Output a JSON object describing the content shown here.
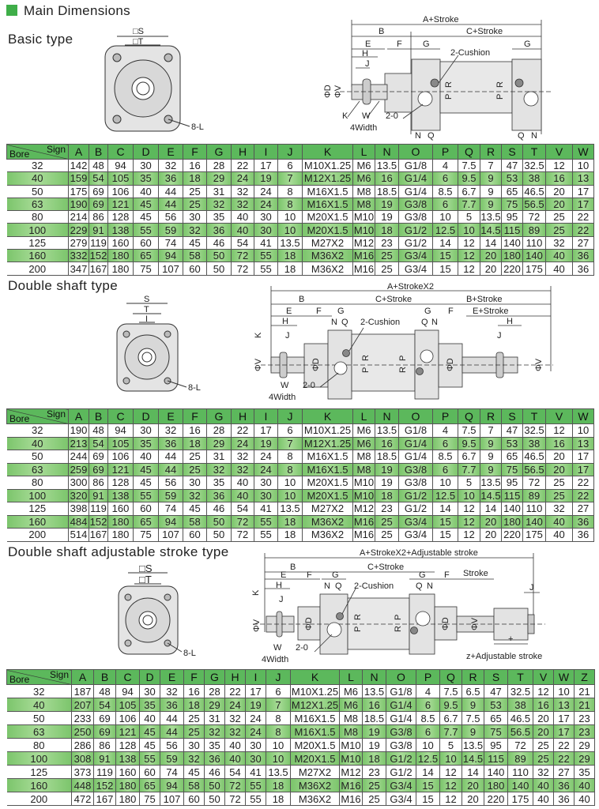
{
  "page_title": "Main Dimensions",
  "colors": {
    "accent": "#3fae49",
    "header_green": "#5cb85c",
    "row_green": "#8fcc7a"
  },
  "sections": [
    {
      "title": "Basic type",
      "front_labels": {
        "S": "□S",
        "T": "□T",
        "L": "8-L"
      },
      "drawing": {
        "a": "A+Stroke",
        "b": "B",
        "c": "C+Stroke",
        "e": "E",
        "f": "F",
        "g": "G",
        "h": "H",
        "j": "J",
        "cushion": "2-Cushion",
        "phi_d": "ΦD",
        "phi_v": "ΦV",
        "p": "P",
        "r": "R",
        "k": "K",
        "w": "W",
        "width4": "4Width",
        "o": "2-0",
        "n": "N",
        "q": "Q"
      },
      "table": {
        "corner_sign": "Sign",
        "corner_bore": "Bore",
        "headers": [
          "A",
          "B",
          "C",
          "D",
          "E",
          "F",
          "G",
          "H",
          "I",
          "J",
          "K",
          "L",
          "N",
          "O",
          "P",
          "Q",
          "R",
          "S",
          "T",
          "V",
          "W"
        ],
        "rows": [
          [
            "32",
            "142",
            "48",
            "94",
            "30",
            "32",
            "16",
            "28",
            "22",
            "17",
            "6",
            "M10X1.25",
            "M6",
            "13.5",
            "G1/8",
            "4",
            "7.5",
            "7",
            "47",
            "32.5",
            "12",
            "10"
          ],
          [
            "40",
            "159",
            "54",
            "105",
            "35",
            "36",
            "18",
            "29",
            "24",
            "19",
            "7",
            "M12X1.25",
            "M6",
            "16",
            "G1/4",
            "6",
            "9.5",
            "9",
            "53",
            "38",
            "16",
            "13"
          ],
          [
            "50",
            "175",
            "69",
            "106",
            "40",
            "44",
            "25",
            "31",
            "32",
            "24",
            "8",
            "M16X1.5",
            "M8",
            "18.5",
            "G1/4",
            "8.5",
            "6.7",
            "9",
            "65",
            "46.5",
            "20",
            "17"
          ],
          [
            "63",
            "190",
            "69",
            "121",
            "45",
            "44",
            "25",
            "32",
            "32",
            "24",
            "8",
            "M16X1.5",
            "M8",
            "19",
            "G3/8",
            "6",
            "7.7",
            "9",
            "75",
            "56.5",
            "20",
            "17"
          ],
          [
            "80",
            "214",
            "86",
            "128",
            "45",
            "56",
            "30",
            "35",
            "40",
            "30",
            "10",
            "M20X1.5",
            "M10",
            "19",
            "G3/8",
            "10",
            "5",
            "13.5",
            "95",
            "72",
            "25",
            "22"
          ],
          [
            "100",
            "229",
            "91",
            "138",
            "55",
            "59",
            "32",
            "36",
            "40",
            "30",
            "10",
            "M20X1.5",
            "M10",
            "18",
            "G1/2",
            "12.5",
            "10",
            "14.5",
            "115",
            "89",
            "25",
            "22"
          ],
          [
            "125",
            "279",
            "119",
            "160",
            "60",
            "74",
            "45",
            "46",
            "54",
            "41",
            "13.5",
            "M27X2",
            "M12",
            "23",
            "G1/2",
            "14",
            "12",
            "14",
            "140",
            "110",
            "32",
            "27"
          ],
          [
            "160",
            "332",
            "152",
            "180",
            "65",
            "94",
            "58",
            "50",
            "72",
            "55",
            "18",
            "M36X2",
            "M16",
            "25",
            "G3/4",
            "15",
            "12",
            "20",
            "180",
            "140",
            "40",
            "36"
          ],
          [
            "200",
            "347",
            "167",
            "180",
            "75",
            "107",
            "60",
            "50",
            "72",
            "55",
            "18",
            "M36X2",
            "M16",
            "25",
            "G3/4",
            "15",
            "12",
            "20",
            "220",
            "175",
            "40",
            "36"
          ]
        ]
      }
    },
    {
      "title": "Double shaft type",
      "front_labels": {
        "S": "S",
        "T": "T",
        "I": "I",
        "L": "8-L"
      },
      "drawing": {
        "a": "A+StrokeX2",
        "b": "B",
        "c": "C+Stroke",
        "b2": "B+Stroke",
        "e": "E",
        "e2": "E+Stroke",
        "f": "F",
        "g": "G",
        "h": "H",
        "j": "J",
        "cushion": "2-Cushion",
        "phi_d": "ΦD",
        "phi_v": "ΦV",
        "p": "P",
        "r": "R",
        "k": "K",
        "w": "W",
        "width4": "4Width",
        "o": "2-0",
        "n": "N",
        "q": "Q"
      },
      "table": {
        "corner_sign": "Sign",
        "corner_bore": "Bore",
        "headers": [
          "A",
          "B",
          "C",
          "D",
          "E",
          "F",
          "G",
          "H",
          "I",
          "J",
          "K",
          "L",
          "N",
          "O",
          "P",
          "Q",
          "R",
          "S",
          "T",
          "V",
          "W"
        ],
        "rows": [
          [
            "32",
            "190",
            "48",
            "94",
            "30",
            "32",
            "16",
            "28",
            "22",
            "17",
            "6",
            "M10X1.25",
            "M6",
            "13.5",
            "G1/8",
            "4",
            "7.5",
            "7",
            "47",
            "32.5",
            "12",
            "10"
          ],
          [
            "40",
            "213",
            "54",
            "105",
            "35",
            "36",
            "18",
            "29",
            "24",
            "19",
            "7",
            "M12X1.25",
            "M6",
            "16",
            "G1/4",
            "6",
            "9.5",
            "9",
            "53",
            "38",
            "16",
            "13"
          ],
          [
            "50",
            "244",
            "69",
            "106",
            "40",
            "44",
            "25",
            "31",
            "32",
            "24",
            "8",
            "M16X1.5",
            "M8",
            "18.5",
            "G1/4",
            "8.5",
            "6.7",
            "9",
            "65",
            "46.5",
            "20",
            "17"
          ],
          [
            "63",
            "259",
            "69",
            "121",
            "45",
            "44",
            "25",
            "32",
            "32",
            "24",
            "8",
            "M16X1.5",
            "M8",
            "19",
            "G3/8",
            "6",
            "7.7",
            "9",
            "75",
            "56.5",
            "20",
            "17"
          ],
          [
            "80",
            "300",
            "86",
            "128",
            "45",
            "56",
            "30",
            "35",
            "40",
            "30",
            "10",
            "M20X1.5",
            "M10",
            "19",
            "G3/8",
            "10",
            "5",
            "13.5",
            "95",
            "72",
            "25",
            "22"
          ],
          [
            "100",
            "320",
            "91",
            "138",
            "55",
            "59",
            "32",
            "36",
            "40",
            "30",
            "10",
            "M20X1.5",
            "M10",
            "18",
            "G1/2",
            "12.5",
            "10",
            "14.5",
            "115",
            "89",
            "25",
            "22"
          ],
          [
            "125",
            "398",
            "119",
            "160",
            "60",
            "74",
            "45",
            "46",
            "54",
            "41",
            "13.5",
            "M27X2",
            "M12",
            "23",
            "G1/2",
            "14",
            "12",
            "14",
            "140",
            "110",
            "32",
            "27"
          ],
          [
            "160",
            "484",
            "152",
            "180",
            "65",
            "94",
            "58",
            "50",
            "72",
            "55",
            "18",
            "M36X2",
            "M16",
            "25",
            "G3/4",
            "15",
            "12",
            "20",
            "180",
            "140",
            "40",
            "36"
          ],
          [
            "200",
            "514",
            "167",
            "180",
            "75",
            "107",
            "60",
            "50",
            "72",
            "55",
            "18",
            "M36X2",
            "M16",
            "25",
            "G3/4",
            "15",
            "12",
            "20",
            "220",
            "175",
            "40",
            "36"
          ]
        ]
      }
    },
    {
      "title": "Double shaft adjustable stroke type",
      "front_labels": {
        "S": "□S",
        "T": "□T",
        "L": "8-L"
      },
      "drawing": {
        "a": "A+StrokeX2+Adjustable stroke",
        "b": "B",
        "c": "C+Stroke",
        "stroke": "Stroke",
        "e": "E",
        "f": "F",
        "g": "G",
        "h": "H",
        "j": "J",
        "cushion": "2-Cushion",
        "phi_d": "ΦD",
        "phi_v": "ΦV",
        "p": "P",
        "r": "R",
        "k": "K",
        "w": "W",
        "width4": "4Width",
        "o": "2-0",
        "n": "N",
        "q": "Q",
        "plus": "+",
        "z": "z+Adjustable stroke"
      },
      "table": {
        "corner_sign": "Sign",
        "corner_bore": "Bore",
        "headers": [
          "A",
          "B",
          "C",
          "D",
          "E",
          "F",
          "G",
          "H",
          "I",
          "J",
          "K",
          "L",
          "N",
          "O",
          "P",
          "Q",
          "R",
          "S",
          "T",
          "V",
          "W",
          "Z"
        ],
        "rows": [
          [
            "32",
            "187",
            "48",
            "94",
            "30",
            "32",
            "16",
            "28",
            "22",
            "17",
            "6",
            "M10X1.25",
            "M6",
            "13.5",
            "G1/8",
            "4",
            "7.5",
            "6.5",
            "47",
            "32.5",
            "12",
            "10",
            "21"
          ],
          [
            "40",
            "207",
            "54",
            "105",
            "35",
            "36",
            "18",
            "29",
            "24",
            "19",
            "7",
            "M12X1.25",
            "M6",
            "16",
            "G1/4",
            "6",
            "9.5",
            "9",
            "53",
            "38",
            "16",
            "13",
            "21"
          ],
          [
            "50",
            "233",
            "69",
            "106",
            "40",
            "44",
            "25",
            "31",
            "32",
            "24",
            "8",
            "M16X1.5",
            "M8",
            "18.5",
            "G1/4",
            "8.5",
            "6.7",
            "7.5",
            "65",
            "46.5",
            "20",
            "17",
            "23"
          ],
          [
            "63",
            "250",
            "69",
            "121",
            "45",
            "44",
            "25",
            "32",
            "32",
            "24",
            "8",
            "M16X1.5",
            "M8",
            "19",
            "G3/8",
            "6",
            "7.7",
            "9",
            "75",
            "56.5",
            "20",
            "17",
            "23"
          ],
          [
            "80",
            "286",
            "86",
            "128",
            "45",
            "56",
            "30",
            "35",
            "40",
            "30",
            "10",
            "M20X1.5",
            "M10",
            "19",
            "G3/8",
            "10",
            "5",
            "13.5",
            "95",
            "72",
            "25",
            "22",
            "29"
          ],
          [
            "100",
            "308",
            "91",
            "138",
            "55",
            "59",
            "32",
            "36",
            "40",
            "30",
            "10",
            "M20X1.5",
            "M10",
            "18",
            "G1/2",
            "12.5",
            "10",
            "14.5",
            "115",
            "89",
            "25",
            "22",
            "29"
          ],
          [
            "125",
            "373",
            "119",
            "160",
            "60",
            "74",
            "45",
            "46",
            "54",
            "41",
            "13.5",
            "M27X2",
            "M12",
            "23",
            "G1/2",
            "14",
            "12",
            "14",
            "140",
            "110",
            "32",
            "27",
            "35"
          ],
          [
            "160",
            "448",
            "152",
            "180",
            "65",
            "94",
            "58",
            "50",
            "72",
            "55",
            "18",
            "M36X2",
            "M16",
            "25",
            "G3/4",
            "15",
            "12",
            "20",
            "180",
            "140",
            "40",
            "36",
            "40"
          ],
          [
            "200",
            "472",
            "167",
            "180",
            "75",
            "107",
            "60",
            "50",
            "72",
            "55",
            "18",
            "M36X2",
            "M16",
            "25",
            "G3/4",
            "15",
            "12",
            "20",
            "220",
            "175",
            "40",
            "36",
            "40"
          ]
        ]
      }
    }
  ]
}
